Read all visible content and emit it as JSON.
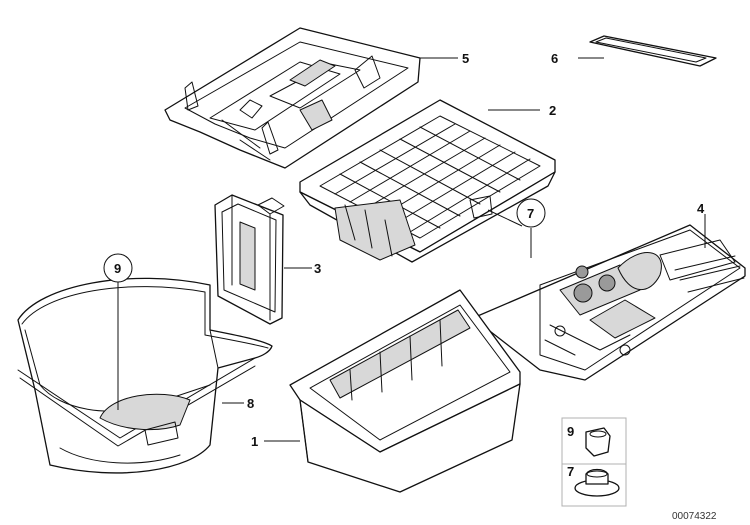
{
  "diagram": {
    "callouts": {
      "c1": "1",
      "c2": "2",
      "c3": "3",
      "c4": "4",
      "c5": "5",
      "c6": "6",
      "c7": "7",
      "c8": "8",
      "c9": "9",
      "inset_9": "9",
      "inset_7": "7"
    },
    "reference_number": "00074322"
  }
}
